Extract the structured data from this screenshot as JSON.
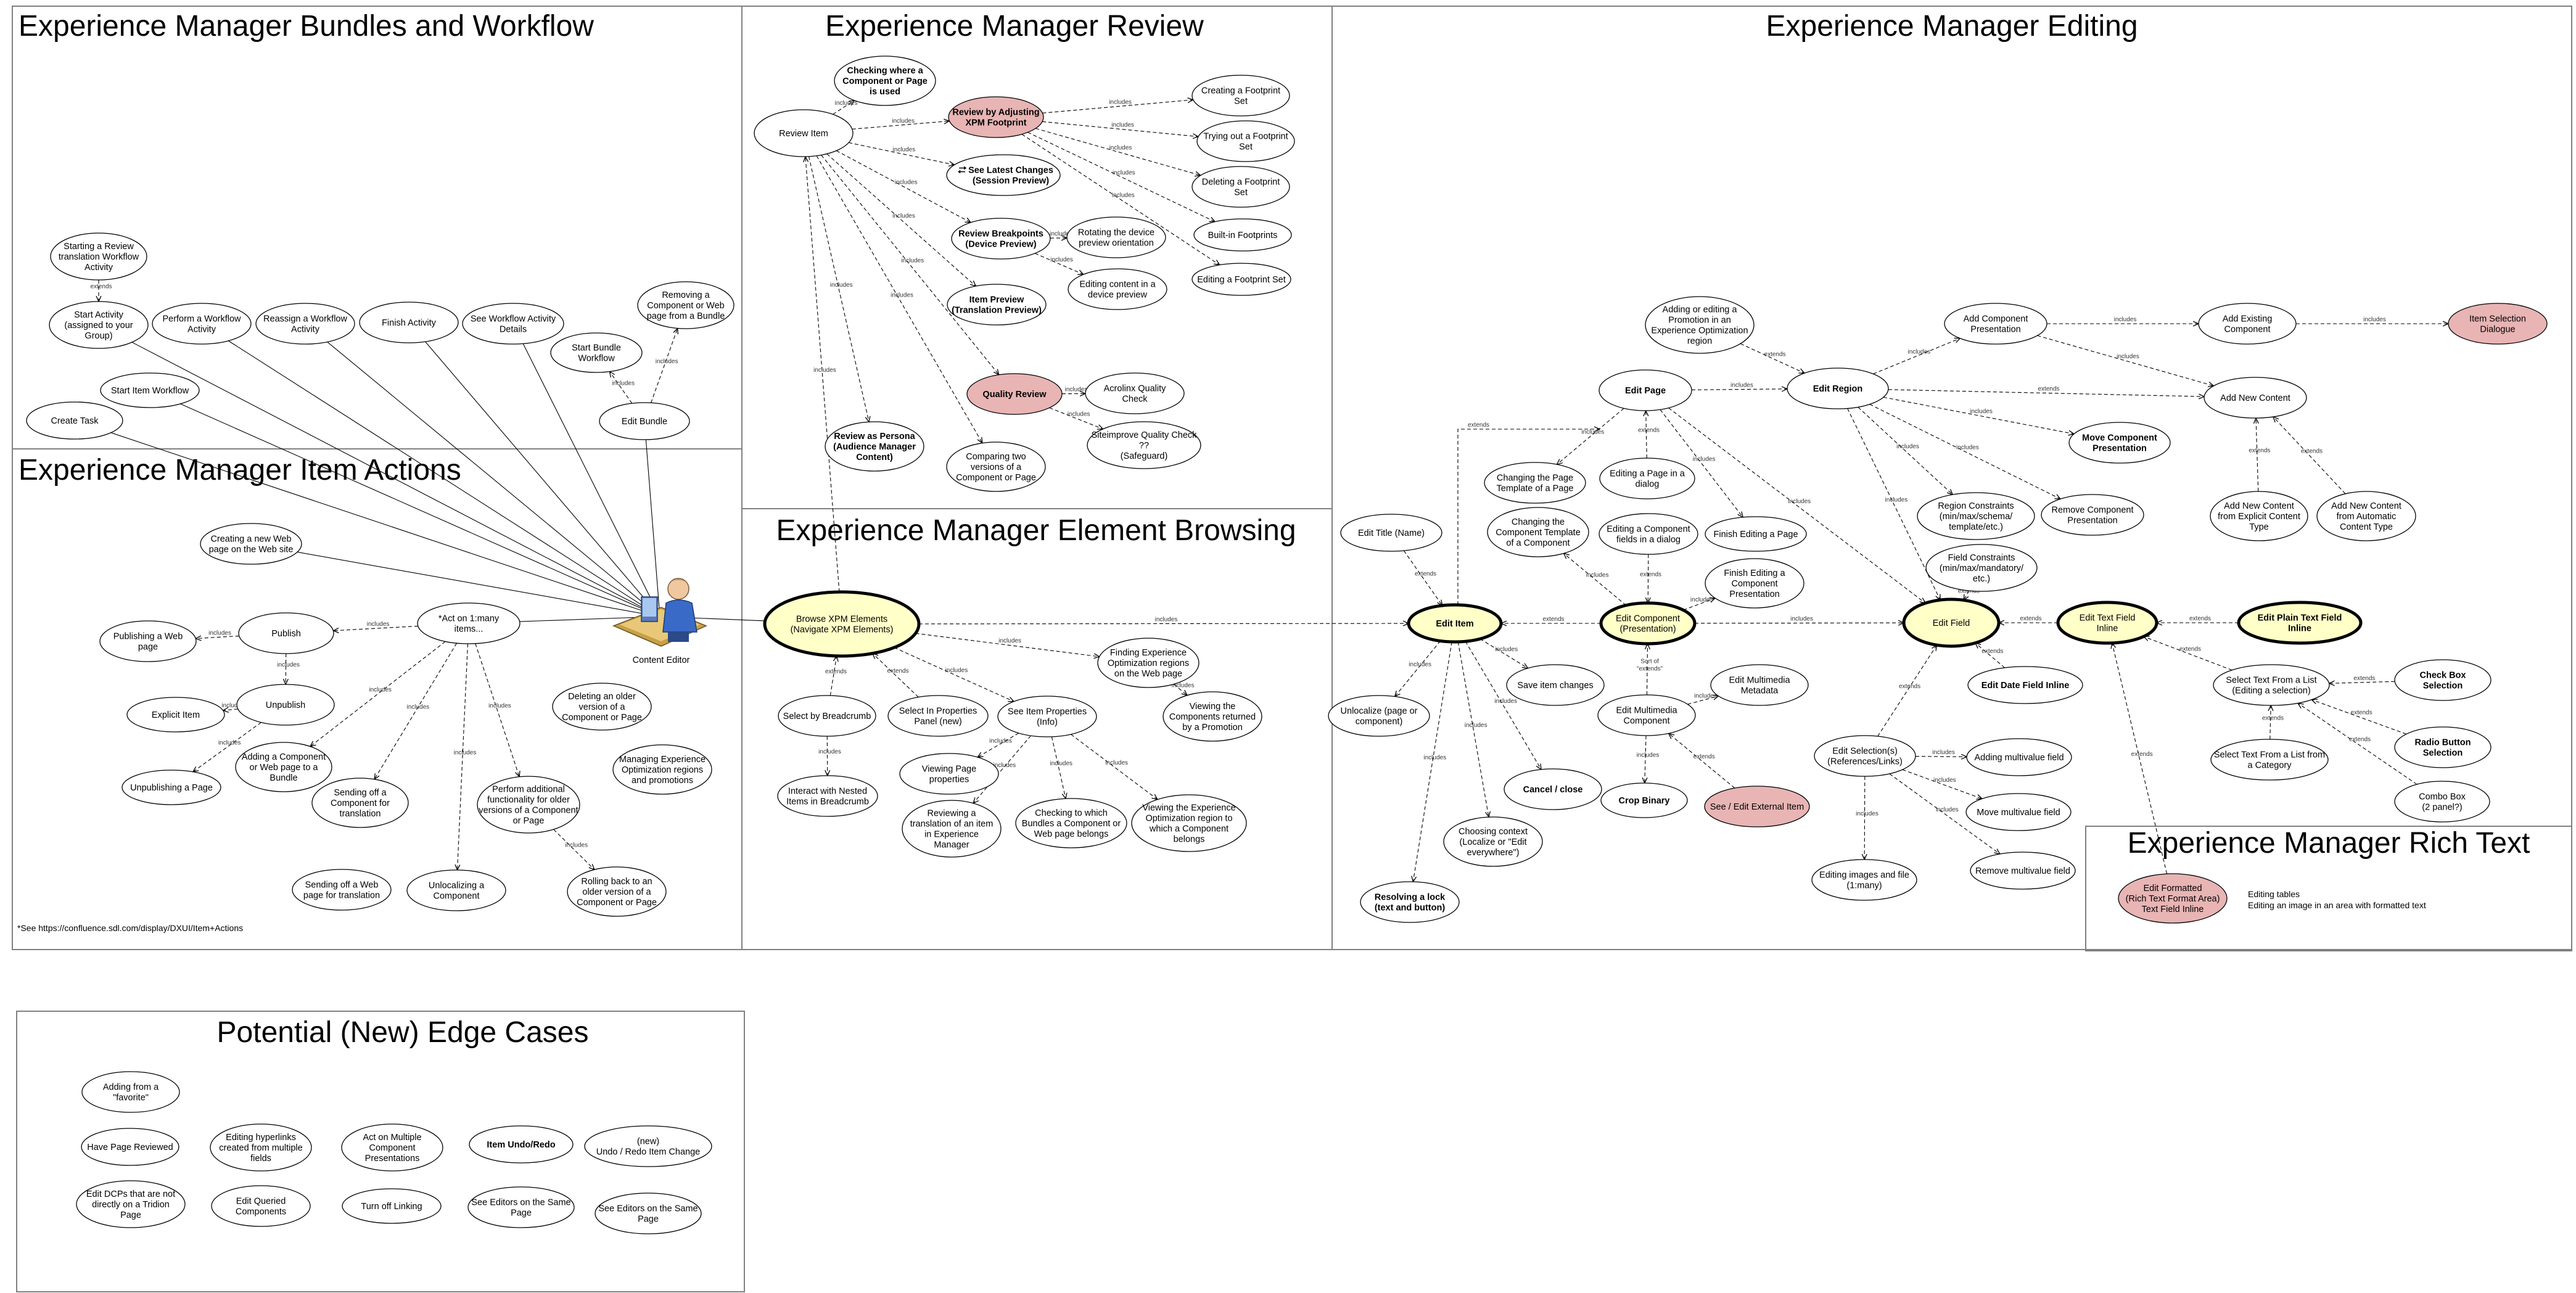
{
  "panels": [
    {
      "id": "bundles",
      "title": "Experience Manager Bundles and Workflow"
    },
    {
      "id": "review",
      "title": "Experience Manager Review"
    },
    {
      "id": "editing",
      "title": "Experience Manager Editing"
    },
    {
      "id": "item_actions",
      "title": "Experience Manager Item Actions"
    },
    {
      "id": "element_browsing",
      "title": "Experience Manager Element Browsing"
    },
    {
      "id": "rich_text",
      "title": "Experience Manager Rich Text"
    },
    {
      "id": "edge_cases",
      "title": "Potential (New) Edge Cases"
    }
  ],
  "actor": {
    "label": "Content Editor"
  },
  "edge_labels": {
    "includes": "includes",
    "extends": "extends",
    "sort_of_extends": "Sort of \"extends\""
  },
  "footnote": "*See https://confluence.sdl.com/display/DXUI/Item+Actions",
  "rich_text_notes": [
    "Editing tables",
    "Editing an image in an area with formatted text"
  ],
  "colors": {
    "highlight": "#e8b4b4",
    "emphasis": "#ffffc8",
    "plain": "#ffffff",
    "border": "#000000"
  },
  "icon_names": [
    "pencil-icon",
    "undo-redo-icon",
    "cross-icon",
    "lock-icon",
    "crop-icon",
    "move-icon",
    "date-field-icon",
    "text-field-icon",
    "checkbox-icon",
    "radio-icon",
    "change-sessions-icon"
  ],
  "nodes": {
    "b_start_review": {
      "text": [
        "Starting a Review",
        "translation Workflow",
        "Activity"
      ]
    },
    "b_start_activity": {
      "text": [
        "Start Activity",
        "(assigned to your",
        "Group)"
      ]
    },
    "b_perform_wf": {
      "text": [
        "Perform a Workflow",
        "Activity"
      ]
    },
    "b_reassign": {
      "text": [
        "Reassign a Workflow",
        "Activity"
      ]
    },
    "b_finish": {
      "text": [
        "Finish Activity"
      ]
    },
    "b_see_wf": {
      "text": [
        "See Workflow Activity",
        "Details"
      ]
    },
    "b_start_bundle": {
      "text": [
        "Start Bundle",
        "Workflow"
      ]
    },
    "b_remove_comp": {
      "text": [
        "Removing a",
        "Component or Web",
        "page from a Bundle"
      ]
    },
    "b_start_item_wf": {
      "text": [
        "Start Item Workflow"
      ]
    },
    "b_create_task": {
      "text": [
        "Create Task"
      ]
    },
    "b_edit_bundle": {
      "text": [
        "Edit Bundle"
      ]
    },
    "r_checking": {
      "text": [
        "Checking where a",
        "Component or Page",
        "is used"
      ]
    },
    "r_review_item": {
      "text": [
        "Review Item"
      ]
    },
    "r_adjusting": {
      "text": [
        "Review by Adjusting",
        "XPM Footprint"
      ]
    },
    "r_latest": {
      "text": [
        "See Latest Changes",
        "(Session Preview)"
      ]
    },
    "r_breakpoints": {
      "text": [
        "Review Breakpoints",
        "(Device Preview)"
      ]
    },
    "r_item_preview": {
      "text": [
        "Item Preview",
        "(Translation Preview)"
      ]
    },
    "r_quality": {
      "text": [
        "Quality Review"
      ]
    },
    "r_persona": {
      "text": [
        "Review as Persona",
        "(Audience Manager",
        "Content)"
      ]
    },
    "r_comparing": {
      "text": [
        "Comparing two",
        "versions of a",
        "Component or Page"
      ]
    },
    "r_fp_create": {
      "text": [
        "Creating a Footprint",
        "Set"
      ]
    },
    "r_fp_try": {
      "text": [
        "Trying out a Footprint",
        "Set"
      ]
    },
    "r_fp_delete": {
      "text": [
        "Deleting a Footprint",
        "Set"
      ]
    },
    "r_builtin": {
      "text": [
        "Built-in Footprints"
      ]
    },
    "r_fp_edit": {
      "text": [
        "Editing a Footprint Set"
      ]
    },
    "r_rotating": {
      "text": [
        "Rotating the device",
        "preview orientation"
      ]
    },
    "r_edit_content": {
      "text": [
        "Editing content in a",
        "device preview"
      ]
    },
    "r_acrolinx": {
      "text": [
        "Acrolinx Quality",
        "Check"
      ]
    },
    "r_siteimprove": {
      "text": [
        "Siteimprove Quality Check",
        "??",
        "(Safeguard)"
      ]
    },
    "ia_create_page": {
      "text": [
        "Creating a new Web",
        "page on the Web site"
      ]
    },
    "ia_publishing": {
      "text": [
        "Publishing a Web",
        "page"
      ]
    },
    "ia_publish": {
      "text": [
        "Publish"
      ]
    },
    "ia_act": {
      "text": [
        "*Act on 1:many",
        "items..."
      ]
    },
    "ia_unpublish": {
      "text": [
        "Unpublish"
      ]
    },
    "ia_explicit": {
      "text": [
        "Explicit Item"
      ]
    },
    "ia_unpublishing": {
      "text": [
        "Unpublishing a Page"
      ]
    },
    "ia_add_bundle": {
      "text": [
        "Adding a Component",
        "or Web page to a",
        "Bundle"
      ]
    },
    "ia_send_trans": {
      "text": [
        "Sending off a",
        "Component for",
        "translation"
      ]
    },
    "ia_additional": {
      "text": [
        "Perform additional",
        "functionality for older",
        "versions of a Component",
        "or Page"
      ]
    },
    "ia_delete_older": {
      "text": [
        "Deleting an older",
        "version of a",
        "Component or Page"
      ]
    },
    "ia_managing": {
      "text": [
        "Managing Experience",
        "Optimization regions",
        "and promotions"
      ]
    },
    "ia_send_page": {
      "text": [
        "Sending off a Web",
        "page for translation"
      ]
    },
    "ia_unlocalize": {
      "text": [
        "Unlocalizing a",
        "Component"
      ]
    },
    "ia_rolling": {
      "text": [
        "Rolling back to an",
        "older version of a",
        "Component or Page"
      ]
    },
    "eb_browse": {
      "text": [
        "Browse XPM Elements",
        "(Navigate XPM Elements)"
      ]
    },
    "eb_breadcrumb": {
      "text": [
        "Select by Breadcrumb"
      ]
    },
    "eb_nested": {
      "text": [
        "Interact with Nested",
        "Items in Breadcrumb"
      ]
    },
    "eb_select_props": {
      "text": [
        "Select In Properties",
        "Panel (new)"
      ]
    },
    "eb_see_props": {
      "text": [
        "See Item Properties",
        "(Info)"
      ]
    },
    "eb_finding": {
      "text": [
        "Finding Experience",
        "Optimization regions",
        "on the Web page"
      ]
    },
    "eb_viewing_comp": {
      "text": [
        "Viewing the",
        "Components returned",
        "by a Promotion"
      ]
    },
    "eb_viewing_props": {
      "text": [
        "Viewing Page",
        "properties"
      ]
    },
    "eb_reviewing": {
      "text": [
        "Reviewing a",
        "translation of an item",
        "in Experience",
        "Manager"
      ]
    },
    "eb_checking": {
      "text": [
        "Checking to which",
        "Bundles a Component or",
        "Web page belongs"
      ]
    },
    "eb_viewing_exp": {
      "text": [
        "Viewing the Experience",
        "Optimization region to",
        "which a Component",
        "belongs"
      ]
    },
    "ed_promo": {
      "text": [
        "Adding or editing a",
        "Promotion in an",
        "Experience Optimization",
        "region"
      ]
    },
    "ed_add_comp": {
      "text": [
        "Add Component",
        "Presentation"
      ]
    },
    "ed_add_existing": {
      "text": [
        "Add Existing",
        "Component"
      ]
    },
    "ed_item_sel": {
      "text": [
        "Item Selection",
        "Dialogue"
      ]
    },
    "ed_edit_page": {
      "text": [
        "Edit Page"
      ]
    },
    "ed_edit_region": {
      "text": [
        "Edit Region"
      ]
    },
    "ed_add_new": {
      "text": [
        "Add New Content"
      ]
    },
    "ed_change_tpl": {
      "text": [
        "Changing the Page",
        "Template of a Page"
      ]
    },
    "ed_page_dialog": {
      "text": [
        "Editing a Page in a",
        "dialog"
      ]
    },
    "ed_move_comp": {
      "text": [
        "Move Component",
        "Presentation"
      ]
    },
    "ed_change_comp_tpl": {
      "text": [
        "Changing the",
        "Component Template",
        "of a Component"
      ]
    },
    "ed_fields_dialog": {
      "text": [
        "Editing a Component",
        "fields in a dialog"
      ]
    },
    "ed_finish_page": {
      "text": [
        "Finish Editing a Page"
      ]
    },
    "ed_region_constraints": {
      "text": [
        "Region Constraints",
        "(min/max/schema/",
        "template/etc.)"
      ]
    },
    "ed_remove_comp": {
      "text": [
        "Remove Component",
        "Presentation"
      ]
    },
    "ed_new_explicit": {
      "text": [
        "Add New Content",
        "from Explicit Content",
        "Type"
      ]
    },
    "ed_new_auto": {
      "text": [
        "Add New Content",
        "from Automatic",
        "Content Type"
      ]
    },
    "ed_title": {
      "text": [
        "Edit Title (Name)"
      ]
    },
    "ed_finish_comp": {
      "text": [
        "Finish Editing a",
        "Component",
        "Presentation"
      ]
    },
    "ed_field_constraints": {
      "text": [
        "Field Constraints",
        "(min/max/mandatory/",
        "etc.)"
      ]
    },
    "ed_edit_item": {
      "text": [
        "Edit Item"
      ]
    },
    "ed_edit_comp": {
      "text": [
        "Edit Component",
        "(Presentation)"
      ]
    },
    "ed_edit_field": {
      "text": [
        "Edit Field"
      ]
    },
    "ed_text_inline": {
      "text": [
        "Edit Text Field",
        "Inline"
      ]
    },
    "ed_plain_inline": {
      "text": [
        "Edit Plain Text Field",
        "Inline"
      ]
    },
    "ed_unlocalize": {
      "text": [
        "Unlocalize (page or",
        "component)"
      ]
    },
    "ed_save": {
      "text": [
        "Save item changes"
      ]
    },
    "ed_edit_mm": {
      "text": [
        "Edit Multimedia",
        "Component"
      ]
    },
    "ed_mm_meta": {
      "text": [
        "Edit Multimedia",
        "Metadata"
      ]
    },
    "ed_date_inline": {
      "text": [
        "Edit Date Field Inline"
      ]
    },
    "ed_select_list": {
      "text": [
        "Select Text From a List",
        "(Editing a selection)"
      ]
    },
    "ed_checkbox": {
      "text": [
        "Check Box",
        "Selection"
      ]
    },
    "ed_cancel": {
      "text": [
        "Cancel / close"
      ]
    },
    "ed_crop": {
      "text": [
        "Crop Binary"
      ]
    },
    "ed_external": {
      "text": [
        "See / Edit External Item"
      ]
    },
    "ed_selections": {
      "text": [
        "Edit Selection(s)",
        "(References/Links)"
      ]
    },
    "ed_multivalue_add": {
      "text": [
        "Adding multivalue field"
      ]
    },
    "ed_category": {
      "text": [
        "Select Text From a List from",
        "a Category"
      ]
    },
    "ed_radio": {
      "text": [
        "Radio Button",
        "Selection"
      ]
    },
    "ed_context": {
      "text": [
        "Choosing context",
        "(Localize or \"Edit",
        "everywhere\")"
      ]
    },
    "ed_multivalue_move": {
      "text": [
        "Move multivalue field"
      ]
    },
    "ed_combo": {
      "text": [
        "Combo Box",
        "(2 panel?)"
      ]
    },
    "ed_images_files": {
      "text": [
        "Editing images and file",
        "(1:many)"
      ]
    },
    "ed_multivalue_remove": {
      "text": [
        "Remove multivalue field"
      ]
    },
    "ed_lock": {
      "text": [
        "Resolving a lock",
        "(text and button)"
      ]
    },
    "rt_formatted": {
      "text": [
        "Edit Formatted",
        "(Rich Text Format Area)",
        "Text Field Inline"
      ]
    },
    "ec_favorite": {
      "text": [
        "Adding from a",
        "\"favorite\""
      ]
    },
    "ec_page_reviewed": {
      "text": [
        "Have Page Reviewed"
      ]
    },
    "ec_hyperlinks": {
      "text": [
        "Editing hyperlinks",
        "created from multiple",
        "fields"
      ]
    },
    "ec_act_multi": {
      "text": [
        "Act on Multiple",
        "Component",
        "Presentations"
      ]
    },
    "ec_undo": {
      "text": [
        "Item Undo/Redo"
      ]
    },
    "ec_new_undo": {
      "text": [
        "(new)",
        "Undo / Redo Item Change"
      ]
    },
    "ec_dcps": {
      "text": [
        "Edit DCPs that are not",
        "directly on a Tridion",
        "Page"
      ]
    },
    "ec_queried": {
      "text": [
        "Edit Queried",
        "Components"
      ]
    },
    "ec_linking": {
      "text": [
        "Turn off Linking"
      ]
    },
    "ec_editors1": {
      "text": [
        "See Editors on the Same",
        "Page"
      ]
    },
    "ec_editors2": {
      "text": [
        "See Editors on the Same",
        "Page"
      ]
    }
  }
}
